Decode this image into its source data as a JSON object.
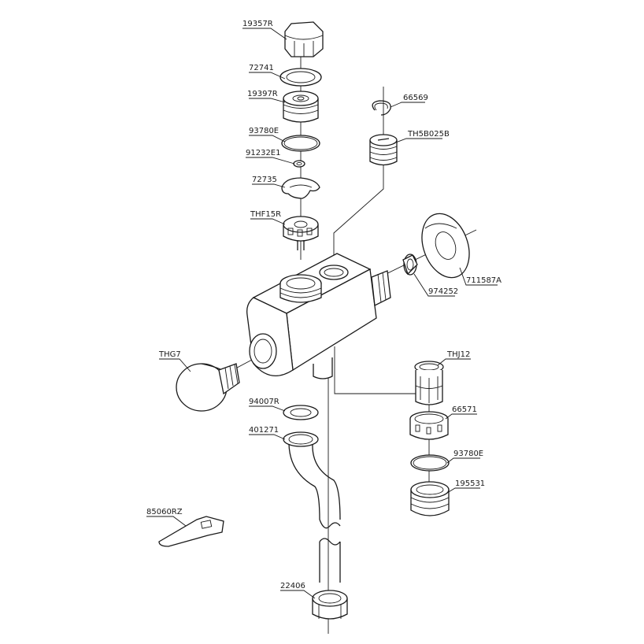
{
  "parts": {
    "p19357R": "19357R",
    "p72741": "72741",
    "p19397R": "19397R",
    "p93780E_top": "93780E",
    "p91232E1": "91232E1",
    "p72735": "72735",
    "pTHF15R": "THF15R",
    "p66569": "66569",
    "pTH5B025B": "TH5B025B",
    "p974252": "974252",
    "p711587A": "711587A",
    "pTHG7": "THG7",
    "p94007R": "94007R",
    "p401271": "401271",
    "pTHJ12": "THJ12",
    "p66571": "66571",
    "p93780E_right": "93780E",
    "p195531": "195531",
    "p85060RZ": "85060RZ",
    "p22406": "22406"
  }
}
